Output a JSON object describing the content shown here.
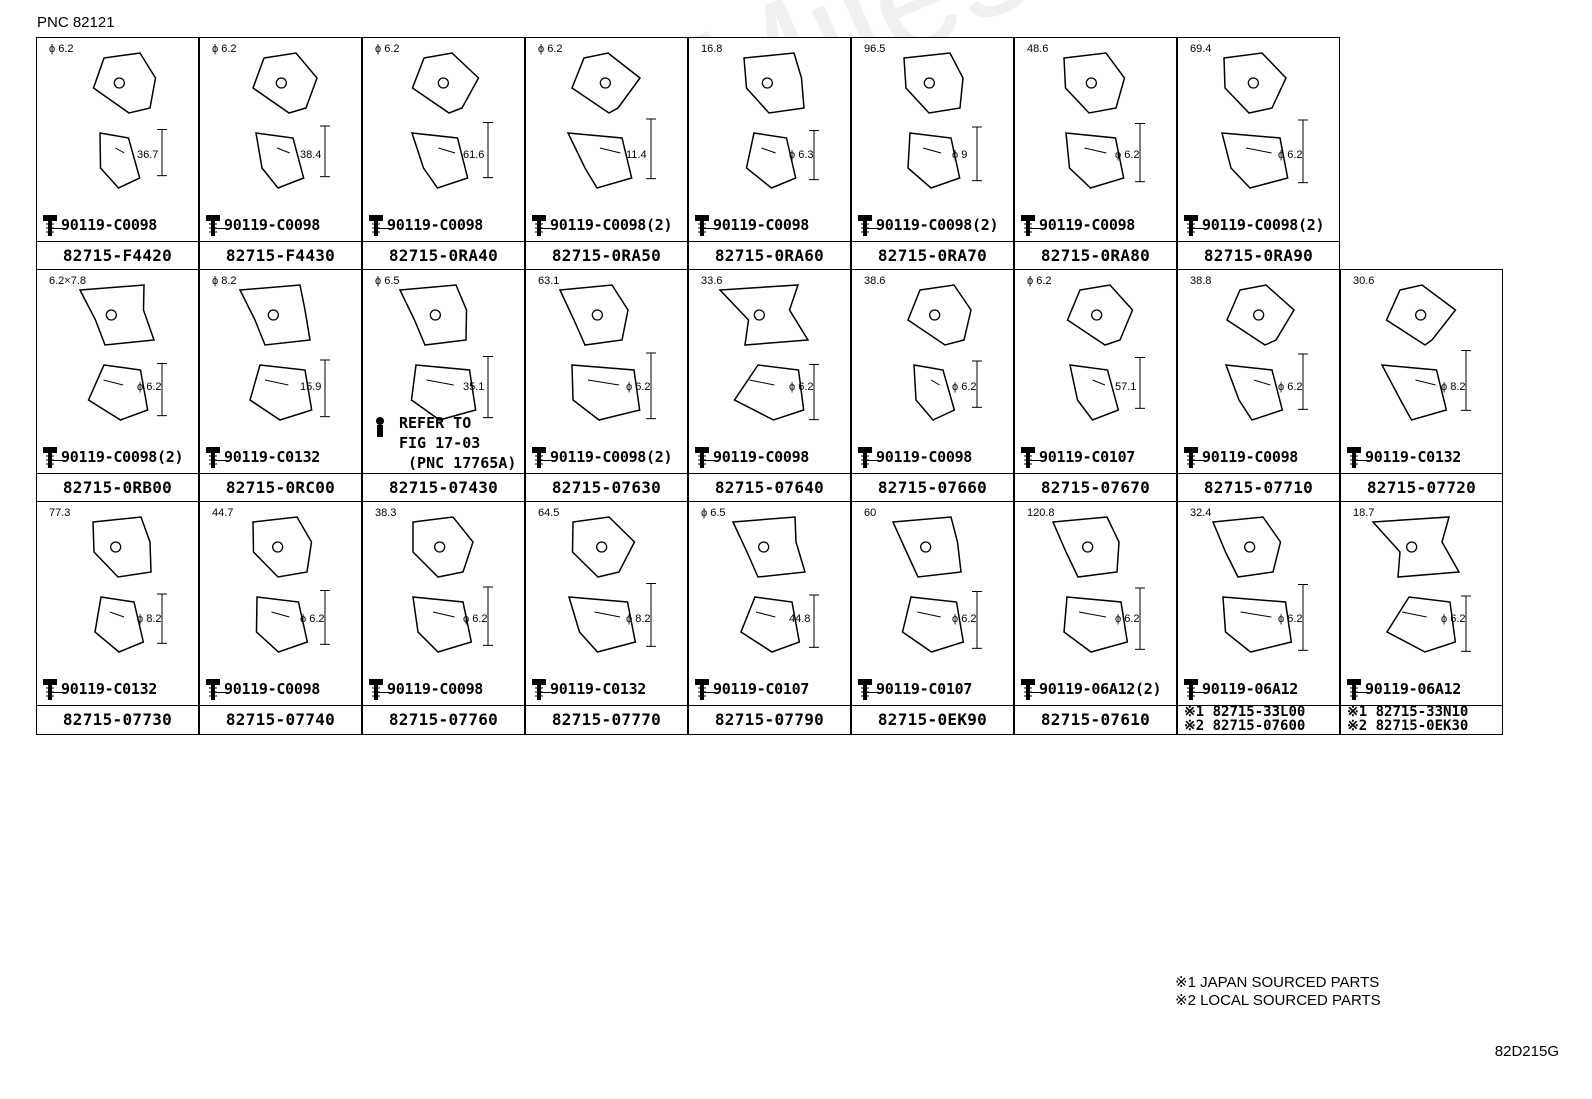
{
  "header": {
    "pnc": "PNC 82121"
  },
  "watermark": "ToyotaCarMiles.ru",
  "rows": [
    {
      "cells": [
        {
          "part": "82715-F4420",
          "bolt": "90119-C0098",
          "dims": [
            "ϕ 6.2",
            "36.7"
          ]
        },
        {
          "part": "82715-F4430",
          "bolt": "90119-C0098",
          "dims": [
            "ϕ 6.2",
            "38.4"
          ]
        },
        {
          "part": "82715-0RA40",
          "bolt": "90119-C0098",
          "dims": [
            "ϕ 6.2",
            "61.6"
          ]
        },
        {
          "part": "82715-0RA50",
          "bolt": "90119-C0098(2)",
          "dims": [
            "ϕ 6.2",
            "11.4"
          ]
        },
        {
          "part": "82715-0RA60",
          "bolt": "90119-C0098",
          "dims": [
            "16.8",
            "ϕ 6.3"
          ]
        },
        {
          "part": "82715-0RA70",
          "bolt": "90119-C0098(2)",
          "dims": [
            "96.5",
            "ϕ 9"
          ]
        },
        {
          "part": "82715-0RA80",
          "bolt": "90119-C0098",
          "dims": [
            "48.6",
            "ϕ 6.2"
          ]
        },
        {
          "part": "82715-0RA90",
          "bolt": "90119-C0098(2)",
          "dims": [
            "69.4",
            "ϕ 6.2"
          ]
        }
      ]
    },
    {
      "cells": [
        {
          "part": "82715-0RB00",
          "bolt": "90119-C0098(2)",
          "dims": [
            "6.2×7.8",
            "ϕ 6.2"
          ]
        },
        {
          "part": "82715-0RC00",
          "bolt": "90119-C0132",
          "dims": [
            "ϕ 8.2",
            "15.9"
          ]
        },
        {
          "part": "82715-07430",
          "bolt": "",
          "dims": [
            "ϕ 6.5",
            "35.1"
          ],
          "refer": "REFER TO\nFIG 17-03\n (PNC 17765A)"
        },
        {
          "part": "82715-07630",
          "bolt": "90119-C0098(2)",
          "dims": [
            "63.1",
            "ϕ 6.2"
          ]
        },
        {
          "part": "82715-07640",
          "bolt": "90119-C0098",
          "dims": [
            "33.6",
            "ϕ 6.2"
          ]
        },
        {
          "part": "82715-07660",
          "bolt": "90119-C0098",
          "dims": [
            "38.6",
            "ϕ 6.2"
          ]
        },
        {
          "part": "82715-07670",
          "bolt": "90119-C0107",
          "dims": [
            "ϕ 6.2",
            "57.1"
          ]
        },
        {
          "part": "82715-07710",
          "bolt": "90119-C0098",
          "dims": [
            "38.8",
            "ϕ 6.2"
          ]
        },
        {
          "part": "82715-07720",
          "bolt": "90119-C0132",
          "dims": [
            "30.6",
            "ϕ 8.2"
          ]
        }
      ]
    },
    {
      "cells": [
        {
          "part": "82715-07730",
          "bolt": "90119-C0132",
          "dims": [
            "77.3",
            "ϕ 8.2"
          ]
        },
        {
          "part": "82715-07740",
          "bolt": "90119-C0098",
          "dims": [
            "44.7",
            "ϕ 6.2"
          ]
        },
        {
          "part": "82715-07760",
          "bolt": "90119-C0098",
          "dims": [
            "38.3",
            "ϕ 6.2"
          ]
        },
        {
          "part": "82715-07770",
          "bolt": "90119-C0132",
          "dims": [
            "64.5",
            "ϕ 8.2"
          ]
        },
        {
          "part": "82715-07790",
          "bolt": "90119-C0107",
          "dims": [
            "ϕ 6.5",
            "44.8"
          ]
        },
        {
          "part": "82715-0EK90",
          "bolt": "90119-C0107",
          "dims": [
            "60",
            "ϕ 6.2"
          ]
        },
        {
          "part": "82715-07610",
          "bolt": "90119-06A12(2)",
          "dims": [
            "120.8",
            "ϕ 6.2"
          ]
        },
        {
          "part": "",
          "bolt": "90119-06A12",
          "dims": [
            "32.4",
            "ϕ 6.2"
          ],
          "notes": [
            "※1 82715-33L00",
            "※2 82715-07600"
          ]
        },
        {
          "part": "",
          "bolt": "90119-06A12",
          "dims": [
            "18.7",
            "ϕ 6.2"
          ],
          "notes": [
            "※1  82715-33N10",
            "※2  82715-0EK30"
          ]
        }
      ]
    }
  ],
  "legend": [
    "※1 JAPAN SOURCED PARTS",
    "※2 LOCAL SOURCED PARTS"
  ],
  "figure_code": "82D215G"
}
